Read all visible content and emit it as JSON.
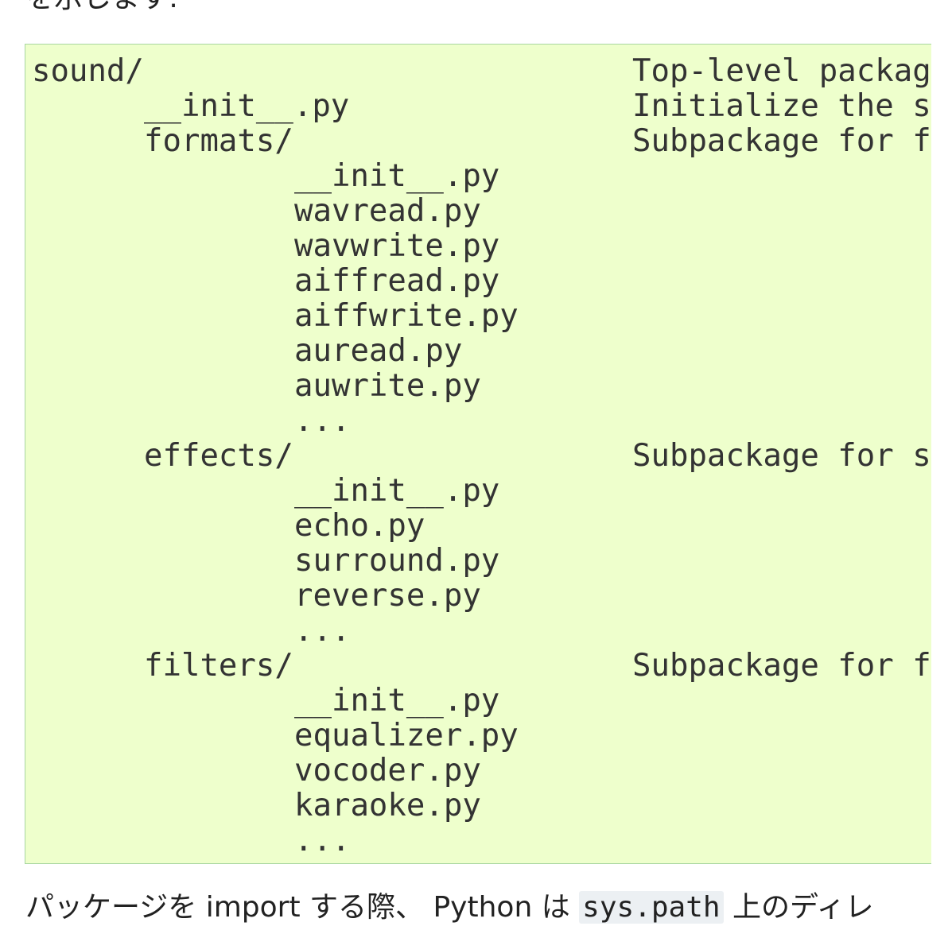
{
  "intro_fragment": "を示します:",
  "code": {
    "lines": [
      {
        "indent": 0,
        "name": "sound/",
        "comment": "Top-level package"
      },
      {
        "indent": 1,
        "name": "__init__.py",
        "comment": "Initialize the s"
      },
      {
        "indent": 1,
        "name": "formats/",
        "comment": "Subpackage for f"
      },
      {
        "indent": 2,
        "name": "__init__.py",
        "comment": ""
      },
      {
        "indent": 2,
        "name": "wavread.py",
        "comment": ""
      },
      {
        "indent": 2,
        "name": "wavwrite.py",
        "comment": ""
      },
      {
        "indent": 2,
        "name": "aiffread.py",
        "comment": ""
      },
      {
        "indent": 2,
        "name": "aiffwrite.py",
        "comment": ""
      },
      {
        "indent": 2,
        "name": "auread.py",
        "comment": ""
      },
      {
        "indent": 2,
        "name": "auwrite.py",
        "comment": ""
      },
      {
        "indent": 2,
        "name": "...",
        "comment": ""
      },
      {
        "indent": 1,
        "name": "effects/",
        "comment": "Subpackage for s"
      },
      {
        "indent": 2,
        "name": "__init__.py",
        "comment": ""
      },
      {
        "indent": 2,
        "name": "echo.py",
        "comment": ""
      },
      {
        "indent": 2,
        "name": "surround.py",
        "comment": ""
      },
      {
        "indent": 2,
        "name": "reverse.py",
        "comment": ""
      },
      {
        "indent": 2,
        "name": "...",
        "comment": ""
      },
      {
        "indent": 1,
        "name": "filters/",
        "comment": "Subpackage for f"
      },
      {
        "indent": 2,
        "name": "__init__.py",
        "comment": ""
      },
      {
        "indent": 2,
        "name": "equalizer.py",
        "comment": ""
      },
      {
        "indent": 2,
        "name": "vocoder.py",
        "comment": ""
      },
      {
        "indent": 2,
        "name": "karaoke.py",
        "comment": ""
      },
      {
        "indent": 2,
        "name": "...",
        "comment": ""
      }
    ]
  },
  "paragraph": {
    "before": "パッケージを import する際、 Python は ",
    "code": "sys.path",
    "after": " 上のディレ"
  }
}
